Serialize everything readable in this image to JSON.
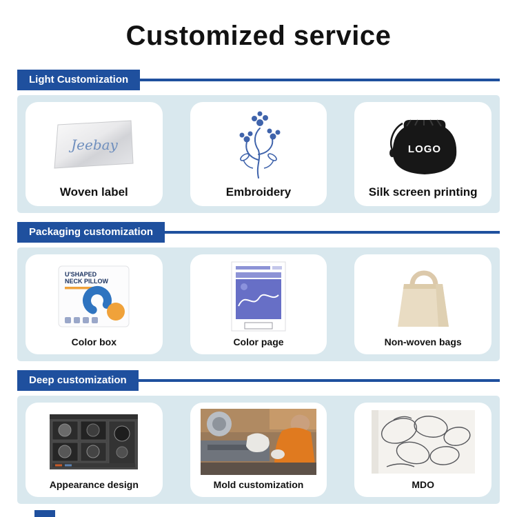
{
  "page": {
    "title": "Customized service"
  },
  "colors": {
    "accent_blue": "#1f509e",
    "section_bg": "#d9e8ee",
    "card_bg": "#ffffff",
    "badge_orange": "#f0a23a",
    "embroidery_blue": "#3f63ab"
  },
  "sections": [
    {
      "label": "Light Customization",
      "cards": [
        {
          "label": "Woven label",
          "image_text": "Jeebay"
        },
        {
          "label": "Embroidery"
        },
        {
          "label": "Silk screen printing",
          "image_text": "LOGO"
        }
      ]
    },
    {
      "label": "Packaging customization",
      "cards": [
        {
          "label": "Color box",
          "box_line1": "U'SHAPED",
          "box_line2": "NECK PILLOW"
        },
        {
          "label": "Color page"
        },
        {
          "label": "Non-woven bags"
        }
      ]
    },
    {
      "label": "Deep customization",
      "cards": [
        {
          "label": "Appearance design"
        },
        {
          "label": "Mold customization"
        },
        {
          "label": "MDO"
        }
      ]
    }
  ]
}
